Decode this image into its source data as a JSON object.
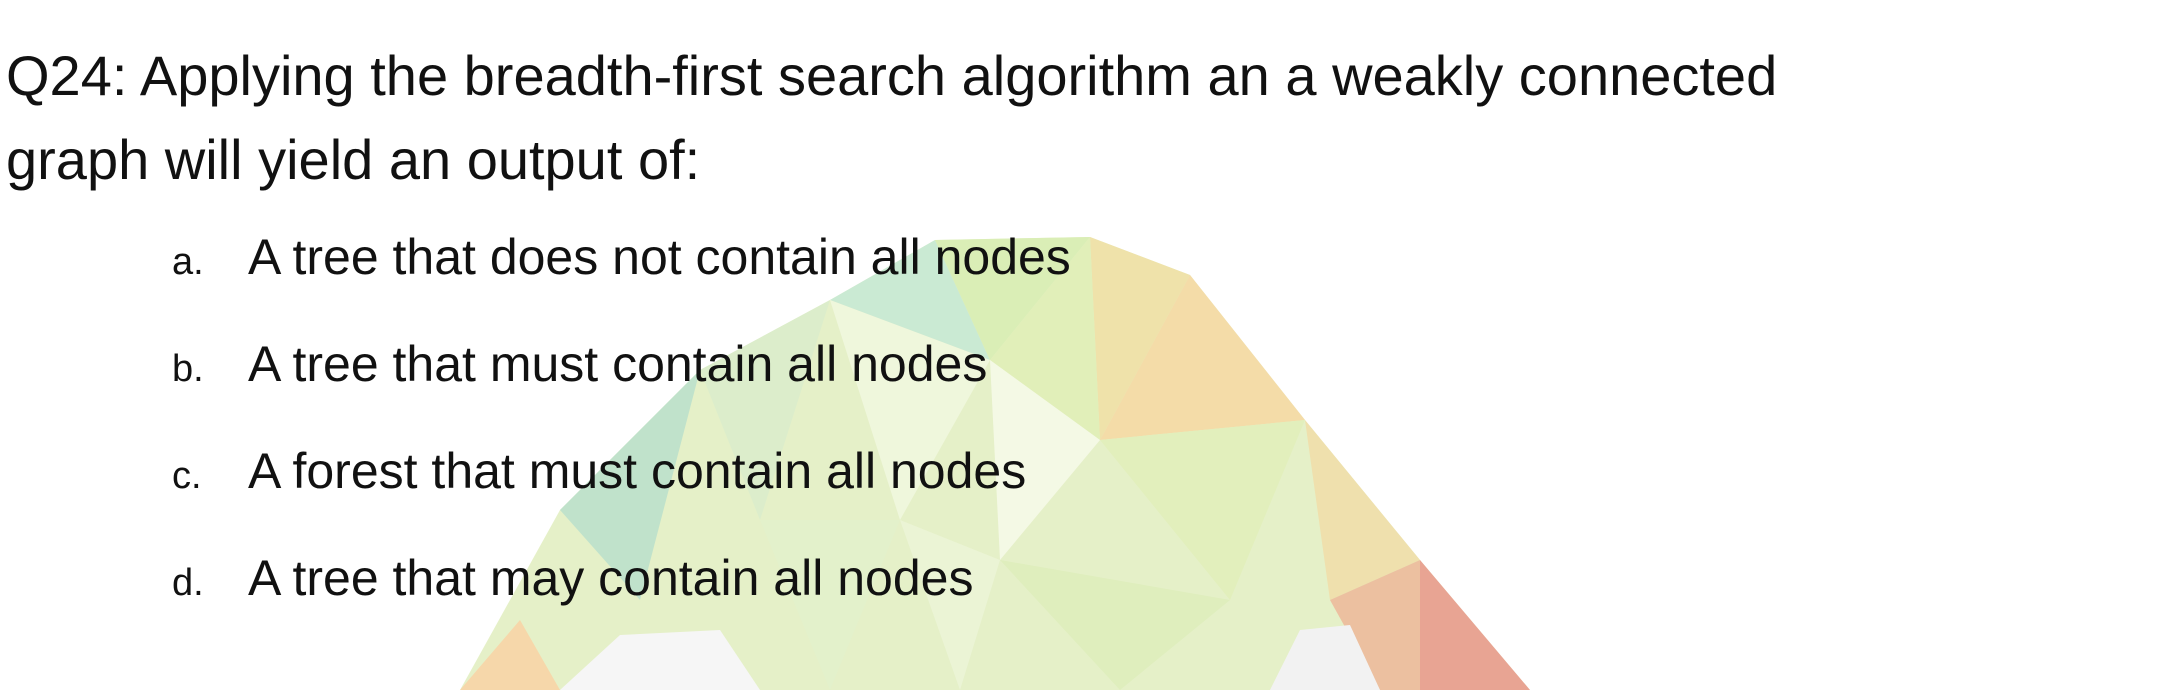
{
  "question": {
    "text": "Q24: Applying the breadth-first search algorithm an a weakly connected graph will yield an output of:"
  },
  "options": [
    {
      "letter": "a.",
      "text": "A tree that does not contain all nodes"
    },
    {
      "letter": "b.",
      "text": "A tree that must contain all nodes"
    },
    {
      "letter": "c.",
      "text": "A forest that must contain all nodes"
    },
    {
      "letter": "d.",
      "text": "A tree that may contain all nodes"
    }
  ],
  "watermark": {
    "icon": "low-poly-gem-watermark-icon",
    "colors": {
      "green_light": "#e3f1c6",
      "green": "#cfe59a",
      "green_mint": "#b9e3c5",
      "orange": "#f3cf8a",
      "red": "#e0826a",
      "gray_white": "#f1f1f1"
    }
  }
}
